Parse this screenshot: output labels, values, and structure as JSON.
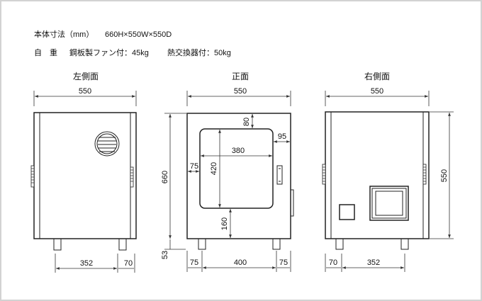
{
  "specs": {
    "size_label": "本体寸法（mm）",
    "size_value": "660H×550W×550D",
    "weight_label": "自　重",
    "weight_fan": "鋼板製ファン付：45kg",
    "weight_hx": "熱交換器付：50kg"
  },
  "views": {
    "left": {
      "title": "左側面",
      "width": "550",
      "bottom_main": "352",
      "bottom_small": "70"
    },
    "front": {
      "title": "正面",
      "width": "550",
      "height": "660",
      "base": "53",
      "window_top": "80",
      "window_right": "95",
      "window_width": "380",
      "window_height": "420",
      "window_left": "75",
      "window_bottom": "160",
      "bottom_left": "75",
      "bottom_mid": "400",
      "bottom_right": "75"
    },
    "right": {
      "title": "右側面",
      "width": "550",
      "height": "550",
      "bottom_small": "70",
      "bottom_main": "352"
    }
  }
}
